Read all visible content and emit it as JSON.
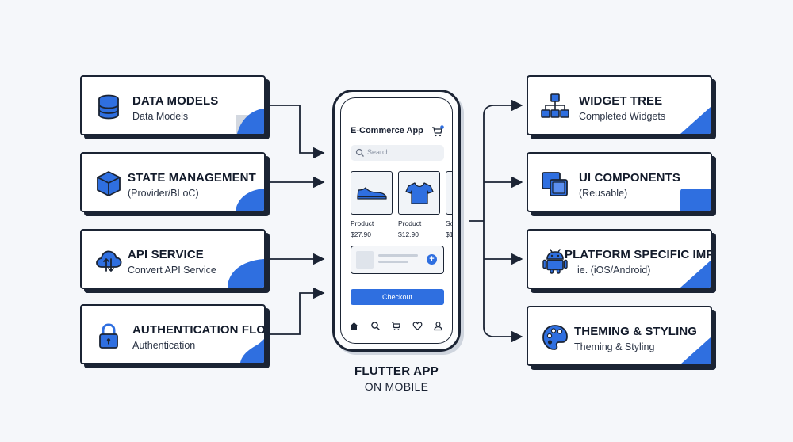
{
  "colors": {
    "accent": "#2f6fe0",
    "ink": "#1b2434",
    "background": "#f5f7fa"
  },
  "left_cards": [
    {
      "title": "DATA MODELS",
      "subtitle": "Data Models",
      "icon": "database-icon"
    },
    {
      "title": "STATE MANAGEMENT",
      "subtitle": "(Provider/BLoC)",
      "icon": "cube-icon"
    },
    {
      "title": "API SERVICE",
      "subtitle": "Convert API Service",
      "icon": "cloud-sync-icon"
    },
    {
      "title": "AUTHENTICATION FLOW",
      "subtitle": "Authentication",
      "icon": "lock-icon"
    }
  ],
  "right_cards": [
    {
      "title": "WIDGET TREE",
      "subtitle": "Completed Widgets",
      "icon": "hierarchy-icon"
    },
    {
      "title": "UI COMPONENTS",
      "subtitle": "(Reusable)",
      "icon": "layers-icon"
    },
    {
      "title": "PLATFORM SPECIFIC IMPL.",
      "subtitle": "ie. (iOS/Android)",
      "icon": "android-icon"
    },
    {
      "title": "THEMING & STYLING",
      "subtitle": "Theming & Styling",
      "icon": "palette-icon"
    }
  ],
  "phone": {
    "app_title": "E-Commerce App",
    "search_placeholder": "Search...",
    "products": [
      {
        "name": "Product",
        "price": "$27.90",
        "icon": "sneaker-icon"
      },
      {
        "name": "Product",
        "price": "$12.90",
        "icon": "tshirt-icon"
      },
      {
        "name": "So",
        "price": "$1"
      }
    ],
    "checkout_label": "Checkout",
    "nav_icons": [
      "home-icon",
      "search-icon",
      "cart-icon",
      "heart-icon",
      "profile-icon"
    ]
  },
  "caption": {
    "line1": "FLUTTER APP",
    "line2": "ON MOBILE"
  }
}
